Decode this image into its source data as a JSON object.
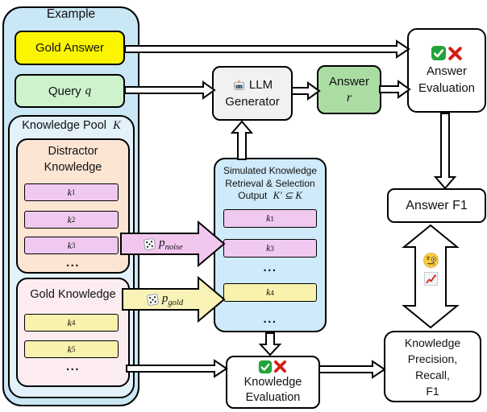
{
  "colors": {
    "example_bg": "#c9e7f5",
    "knowledge_pool_bg": "#e3f1fb",
    "gold_answer_bg": "#fcf500",
    "query_bg": "#cdf2cc",
    "distractor_bg": "#fce5d3",
    "distractor_item_bg": "#efc9ef",
    "gold_knowledge_bg": "#fdecef",
    "gold_item_bg": "#f8f2ad",
    "llm_bg": "#f1f1f1",
    "answer_bg": "#abdda2",
    "simulated_bg": "#cfeafa",
    "noise_arrow_bg": "#f2c7ee",
    "gold_arrow_bg": "#f9f2b6",
    "check_green": "#23a43a",
    "cross_red": "#d31d10"
  },
  "icons": {
    "robot": "robot-icon",
    "dice": "dice-icon",
    "check": "check-icon",
    "cross": "cross-icon",
    "monocle_face": "monocle-face-icon",
    "chart_increasing": "chart-increasing-icon"
  },
  "example": {
    "title": "Example",
    "gold_answer": "Gold Answer",
    "query_label": "Query",
    "query_var": "q",
    "knowledge_pool": {
      "title_label": "Knowledge Pool",
      "title_var": "K",
      "distractor": {
        "title": "Distractor Knowledge",
        "items": [
          {
            "base": "k",
            "sub": "1"
          },
          {
            "base": "k",
            "sub": "2"
          },
          {
            "base": "k",
            "sub": "3"
          }
        ],
        "more": "..."
      },
      "gold": {
        "title": "Gold Knowledge",
        "items": [
          {
            "base": "k",
            "sub": "4"
          },
          {
            "base": "k",
            "sub": "5"
          }
        ],
        "more": "..."
      }
    }
  },
  "pipeline": {
    "llm_generator": {
      "line1": "LLM",
      "line2": "Generator"
    },
    "answer": {
      "label": "Answer",
      "var": "r"
    },
    "answer_evaluation": {
      "line1": "Answer",
      "line2": "Evaluation"
    },
    "answer_f1": "Answer F1",
    "simulated": {
      "title_line1": "Simulated Knowledge",
      "title_line2": "Retrieval & Selection",
      "output_label": "Output",
      "output_formula": "K′ ⊆ K",
      "items": [
        {
          "base": "k",
          "sub": "1"
        },
        {
          "base": "k",
          "sub": "3"
        }
      ],
      "more1": "...",
      "gold_item": {
        "base": "k",
        "sub": "4"
      },
      "more2": "..."
    },
    "knowledge_evaluation": {
      "line1": "Knowledge",
      "line2": "Evaluation"
    },
    "knowledge_metrics": {
      "line1": "Knowledge",
      "line2": "Precision,",
      "line3": "Recall,",
      "line4": "F1"
    },
    "sampling": {
      "noise": {
        "base": "p",
        "sub": "noise"
      },
      "gold": {
        "base": "p",
        "sub": "gold"
      }
    }
  }
}
